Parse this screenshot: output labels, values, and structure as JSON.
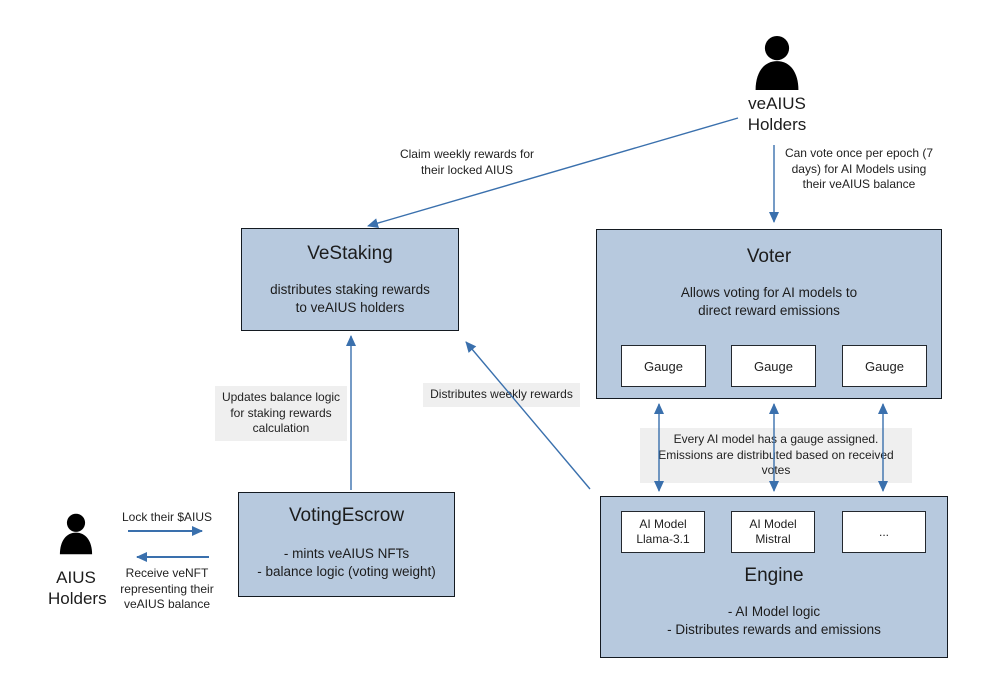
{
  "colors": {
    "node_fill": "#b7c9de",
    "node_border": "#141a21",
    "arrow_blue": "#3a70ad",
    "label_bg": "#efefef",
    "text": "#1c1c1c",
    "person_black": "#000000"
  },
  "actors": {
    "veaius_holders": {
      "label": "veAIUS\nHolders"
    },
    "aius_holders": {
      "label": "AIUS\nHolders"
    }
  },
  "nodes": {
    "vestaking": {
      "title": "VeStaking",
      "body": "distributes staking rewards\nto veAIUS holders"
    },
    "voter": {
      "title": "Voter",
      "body": "Allows voting for AI models to\ndirect reward emissions",
      "gauges": [
        "Gauge",
        "Gauge",
        "Gauge"
      ]
    },
    "votingescrow": {
      "title": "VotingEscrow",
      "body": "- mints veAIUS NFTs\n- balance logic (voting weight)"
    },
    "engine": {
      "title": "Engine",
      "body": "- AI Model logic\n- Distributes rewards and emissions",
      "models": [
        "AI Model\nLlama-3.1",
        "AI Model\nMistral",
        "..."
      ]
    }
  },
  "edge_labels": {
    "claim_rewards": "Claim weekly rewards for\ntheir locked AIUS",
    "can_vote": "Can vote once per epoch (7\ndays) for AI Models using\ntheir veAIUS balance",
    "updates_balance": "Updates balance logic\nfor staking rewards\ncalculation",
    "distributes_weekly": "Distributes weekly rewards",
    "gauge_assignment": "Every AI model has a gauge assigned.\nEmissions are distributed based on received votes",
    "lock_aius": "Lock their $AIUS",
    "receive_venft": "Receive veNFT\nrepresenting their\nveAIUS balance"
  }
}
